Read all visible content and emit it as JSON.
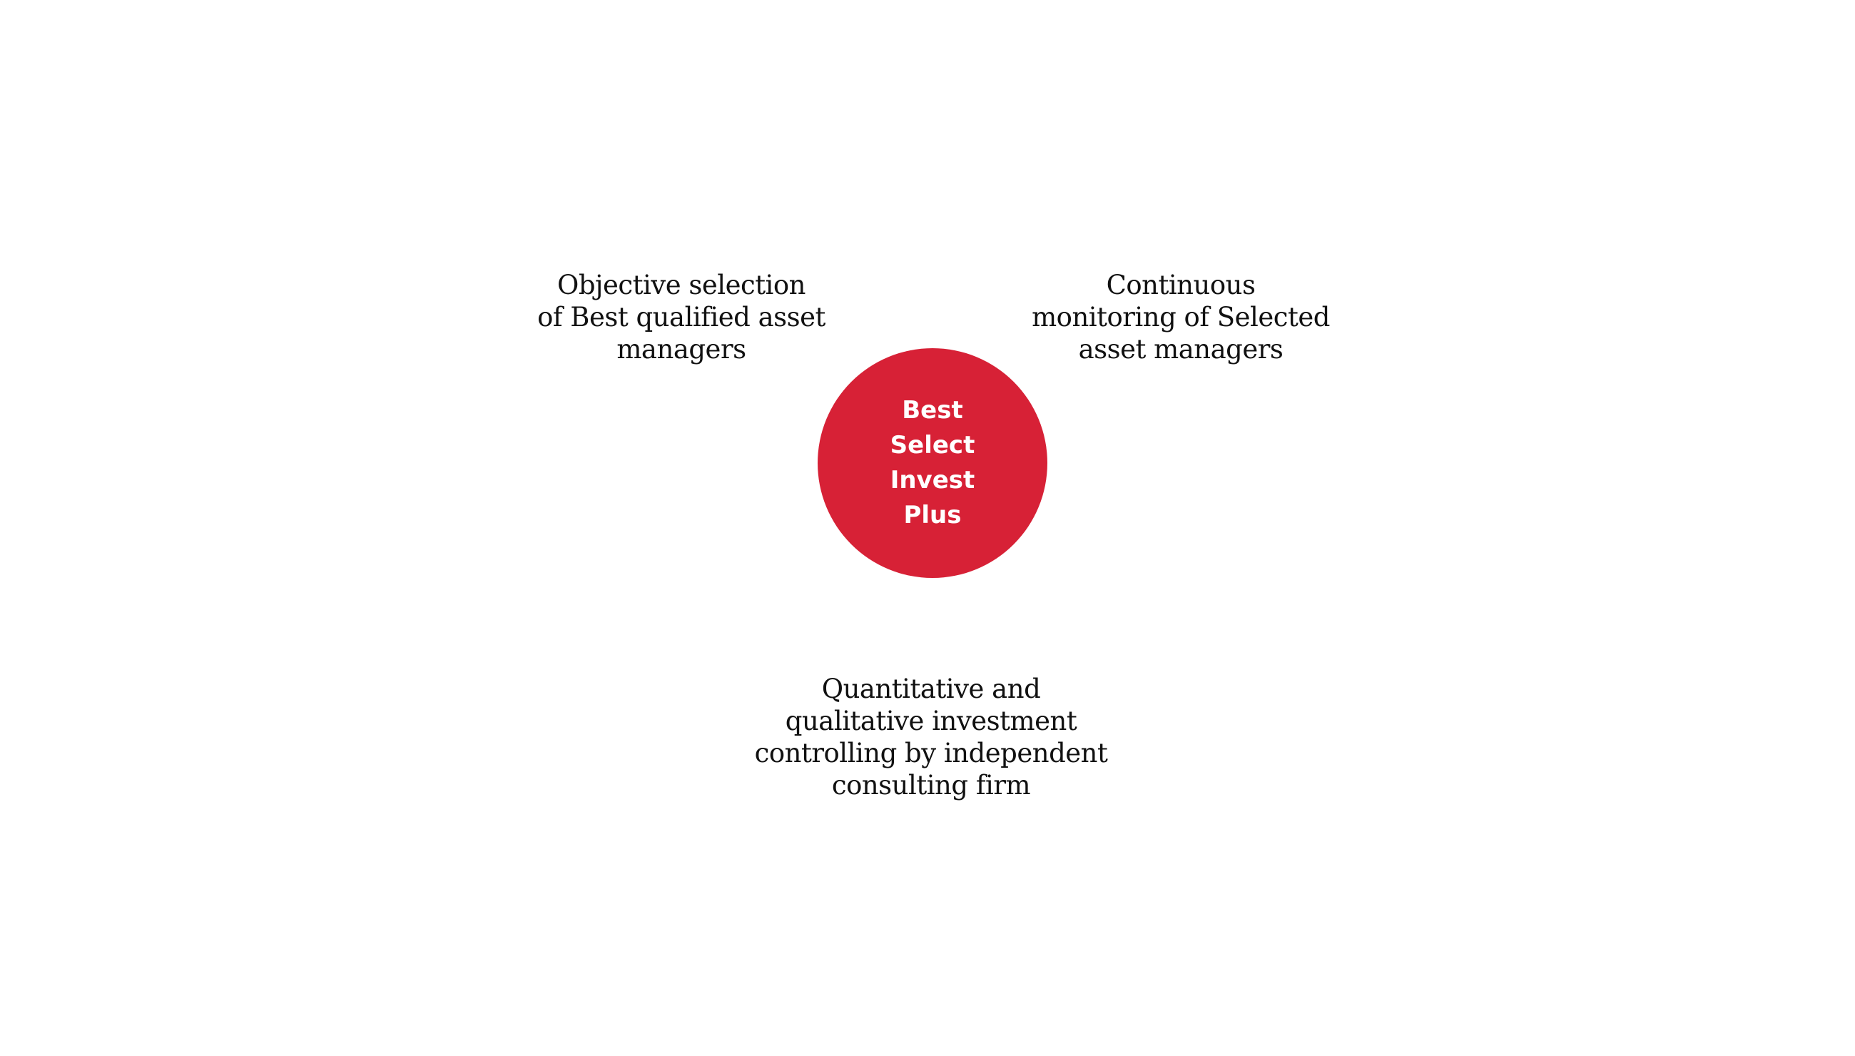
{
  "colors": {
    "hub_fill": "#d72136",
    "hub_text": "#ffffff",
    "caption_text": "#111111",
    "background": "#ffffff"
  },
  "hub": {
    "lines": [
      "Best",
      "Select",
      "Invest",
      "Plus"
    ]
  },
  "captions": {
    "top_left": {
      "lines": [
        "Objective selection",
        "of Best qualified asset",
        "managers"
      ]
    },
    "top_right": {
      "lines": [
        "Continuous",
        "monitoring of Selected",
        "asset managers"
      ]
    },
    "bottom": {
      "lines": [
        "Quantitative and",
        "qualitative investment",
        "controlling by independent",
        "consulting firm"
      ]
    }
  }
}
